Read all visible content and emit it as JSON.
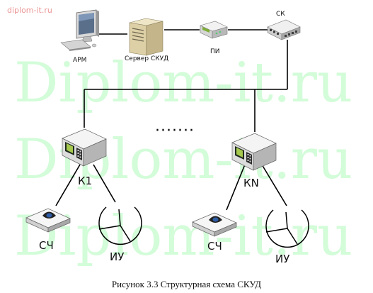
{
  "site": {
    "mark": "diplom-it.ru"
  },
  "watermark": {
    "text": "Diplom-it.ru"
  },
  "nodes": {
    "arm": "АРМ",
    "server": "Сервер СКУД",
    "pi": "ПИ",
    "sk": "СК",
    "k1": "К1",
    "kn": "КN",
    "sch1": "СЧ",
    "iu1": "ИУ",
    "sch2": "СЧ",
    "iu2": "ИУ",
    "dots": "·······"
  },
  "caption": "Рисунок 3.3 Структурная схема СКУД",
  "colors": {
    "line": "#000000",
    "device_body": "#e9e9e9",
    "screen": "#a6c94e",
    "reader_eye": "#1c3d7a",
    "watermark": "#b0f9b9",
    "site_mark": "#ec9696"
  }
}
